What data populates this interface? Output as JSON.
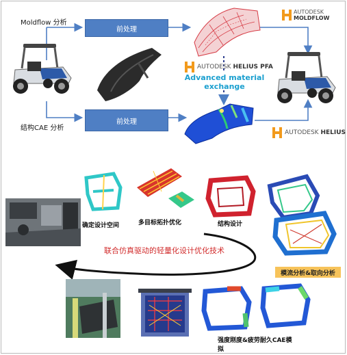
{
  "top": {
    "moldflow_label": "Moldflow 分析",
    "cae_label": "结构CAE 分析",
    "preprocess_top": "前处理",
    "preprocess_bottom": "前处理",
    "autodesk_moldflow": {
      "autodesk": "AUTODESK",
      "product": "MOLDFLOW"
    },
    "autodesk_helius_mid": {
      "autodesk": "AUTODESK",
      "product": "HELIUS PFA"
    },
    "autodesk_helius_bottom": {
      "autodesk": "AUTODESK",
      "product": "HELIUS PFA"
    },
    "exchange_line1": "Advanced material",
    "exchange_line2": "exchange"
  },
  "bottom": {
    "cap_design_space": "确定设计空间",
    "cap_topology": "多目标拓扑优化",
    "cap_structure": "结构设计",
    "center_text": "联合仿真驱动的轻量化设计优化技术",
    "badge_flow": "模流分析&取向分析",
    "cap_cae": "强度刚度&疲劳耐久CAE模",
    "cap_cae_2": "拟"
  },
  "colors": {
    "box_blue": "#4f7fc4",
    "arrow_blue": "#4f7fc4",
    "accent_teal": "#1a9fcf",
    "badge_yellow": "#f7c35a",
    "center_red": "#d12b2b",
    "logo_orange": "#f29a1c"
  }
}
